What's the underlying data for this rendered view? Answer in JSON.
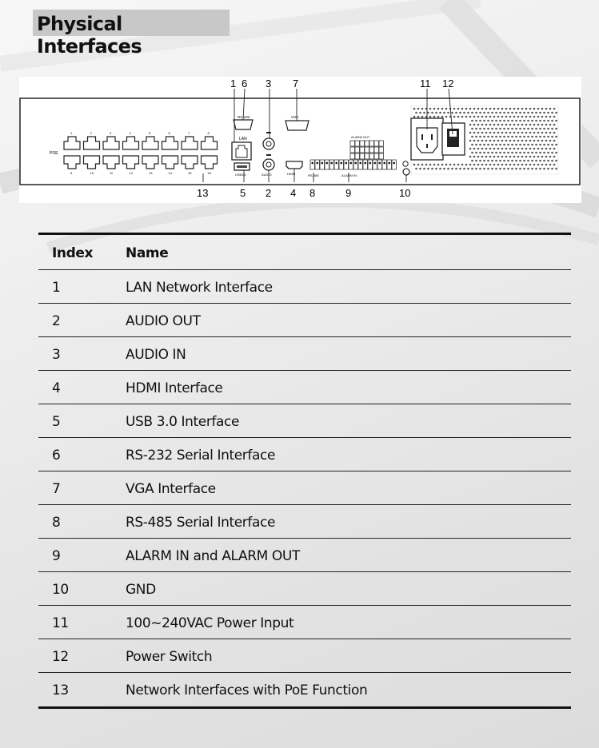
{
  "section_title": "Physical Interfaces",
  "panel": {
    "callouts_top": [
      "1",
      "6",
      "3",
      "7",
      "11",
      "12"
    ],
    "callouts_bottom": [
      "13",
      "5",
      "2",
      "4",
      "8",
      "9",
      "10"
    ],
    "silk": {
      "poe": "POE",
      "lan": "LAN",
      "rs232": "RS-232",
      "vga": "VGA",
      "usb": "USB3.0",
      "audio": "AUDIO",
      "hdmi": "HDMI",
      "rs485": "RS-485",
      "alarm_in": "ALARM IN",
      "alarm_out": "ALARM OUT",
      "port_numbers_top": [
        "1",
        "2",
        "3",
        "4",
        "5",
        "6",
        "7",
        "8"
      ],
      "port_numbers_bottom": [
        "9",
        "10",
        "11",
        "12",
        "13",
        "14",
        "15",
        "16"
      ]
    }
  },
  "table": {
    "headers": [
      "Index",
      "Name"
    ],
    "rows": [
      {
        "index": "1",
        "name": "LAN Network Interface"
      },
      {
        "index": "2",
        "name": "AUDIO OUT"
      },
      {
        "index": "3",
        "name": "AUDIO IN"
      },
      {
        "index": "4",
        "name": "HDMI Interface"
      },
      {
        "index": "5",
        "name": "USB 3.0 Interface"
      },
      {
        "index": "6",
        "name": "RS-232 Serial Interface"
      },
      {
        "index": "7",
        "name": "VGA Interface"
      },
      {
        "index": "8",
        "name": "RS-485 Serial Interface"
      },
      {
        "index": "9",
        "name": "ALARM IN and ALARM OUT"
      },
      {
        "index": "10",
        "name": "GND"
      },
      {
        "index": "11",
        "name": "100~240VAC Power Input"
      },
      {
        "index": "12",
        "name": "Power Switch"
      },
      {
        "index": "13",
        "name": "Network Interfaces with PoE Function"
      }
    ]
  }
}
